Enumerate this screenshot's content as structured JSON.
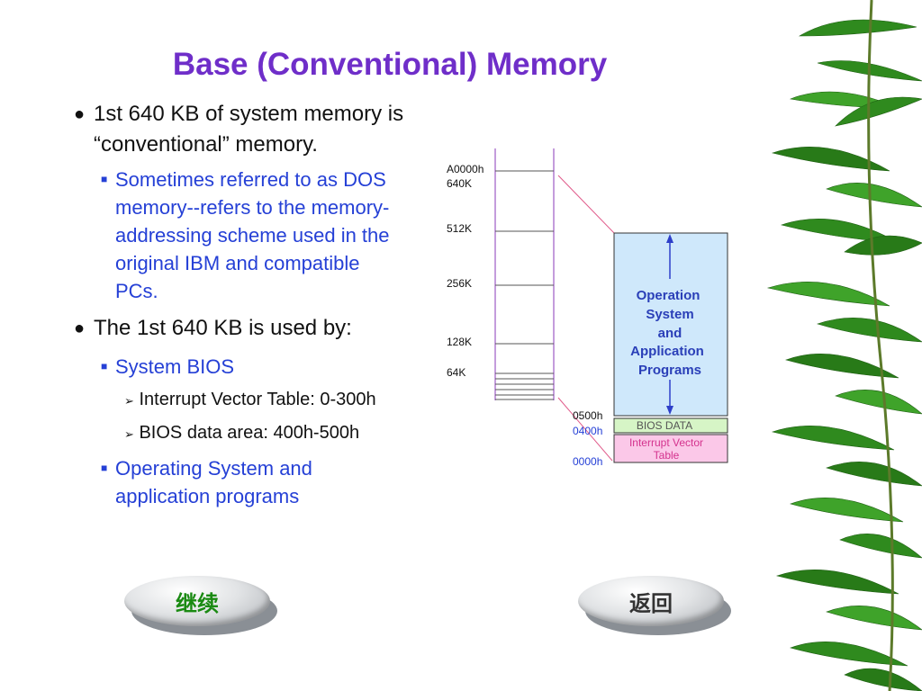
{
  "title": "Base (Conventional) Memory",
  "bullets": {
    "b1": "1st 640 KB of system memory is “conventional” memory.",
    "b1_sub": "Sometimes referred to as DOS memory--refers to the memory-addressing scheme used in the original IBM and compatible PCs.",
    "b2": "The 1st 640 KB is used by:",
    "b2_sub1": "System BIOS",
    "b2_sub1_items": [
      "Interrupt Vector Table: 0-300h",
      "BIOS data area: 400h-500h"
    ],
    "b2_sub2": "Operating System and application programs"
  },
  "diagram": {
    "left_labels": {
      "a0000h": "A0000h",
      "k640": "640K",
      "k512": "512K",
      "k256": "256K",
      "k128": "128K",
      "k64": "64K"
    },
    "right_labels": {
      "h0500": "0500h",
      "h0400": "0400h",
      "h0000": "0000h"
    },
    "blocks": {
      "os_line1": "Operation",
      "os_line2": "System",
      "os_line3": "and",
      "os_line4": "Application",
      "os_line5": "Programs",
      "bios_data": "BIOS DATA",
      "ivt_line1": "Interrupt Vector",
      "ivt_line2": "Table"
    },
    "colors": {
      "os_block": "#cfe8fb",
      "bios_block": "#d6f5c6",
      "ivt_block": "#fbc8e8",
      "arrow": "#2e3fc9",
      "os_text": "#2a3fb8",
      "ivt_text": "#d4338e",
      "link_line": "#e05a8a"
    }
  },
  "buttons": {
    "continue": "继续",
    "back": "返回"
  }
}
